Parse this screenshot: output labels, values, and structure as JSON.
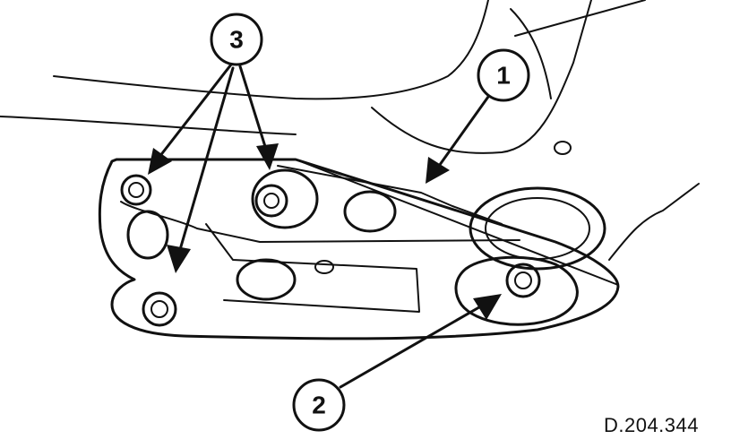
{
  "figure": {
    "reference_code": "D.204.344"
  },
  "callouts": [
    {
      "id": "callout-1",
      "label": "1"
    },
    {
      "id": "callout-2",
      "label": "2"
    },
    {
      "id": "callout-3",
      "label": "3"
    }
  ]
}
